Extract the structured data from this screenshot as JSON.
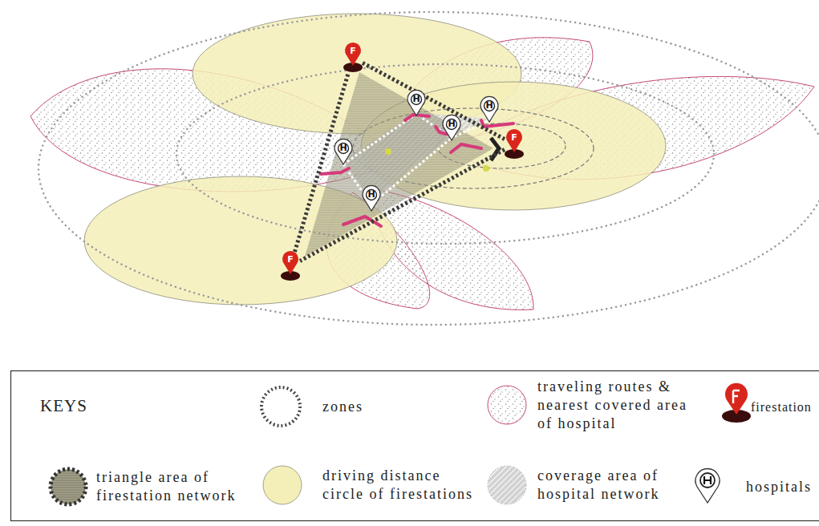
{
  "diagram": {
    "nodes": [
      {
        "text": [
          "F"
        ]
      },
      {
        "text": [
          "F"
        ]
      },
      {
        "text": [
          "F"
        ]
      },
      {
        "text": [
          "H"
        ]
      },
      {
        "text": [
          "H"
        ]
      },
      {
        "text": [
          "H"
        ]
      },
      {
        "text": [
          "H"
        ]
      },
      {
        "text": [
          "H"
        ]
      }
    ],
    "edges": [
      {
        "from": 0,
        "to": 2,
        "arrow": "none"
      },
      {
        "from": 2,
        "to": 1,
        "arrow": "none"
      },
      {
        "from": 1,
        "to": 0,
        "arrow": "none"
      }
    ],
    "labels": [
      "KEYS"
    ],
    "legend": [
      {
        "text": "zones"
      },
      {
        "text": "traveling routes & nearest covered area of hospital"
      },
      {
        "text": "firestation"
      },
      {
        "text": "triangle area of firestation network"
      },
      {
        "text": "driving distance circle of firestations",
        "color": "#f4efb9"
      },
      {
        "text": "coverage area of hospital network"
      },
      {
        "text": "hospitals"
      }
    ]
  }
}
